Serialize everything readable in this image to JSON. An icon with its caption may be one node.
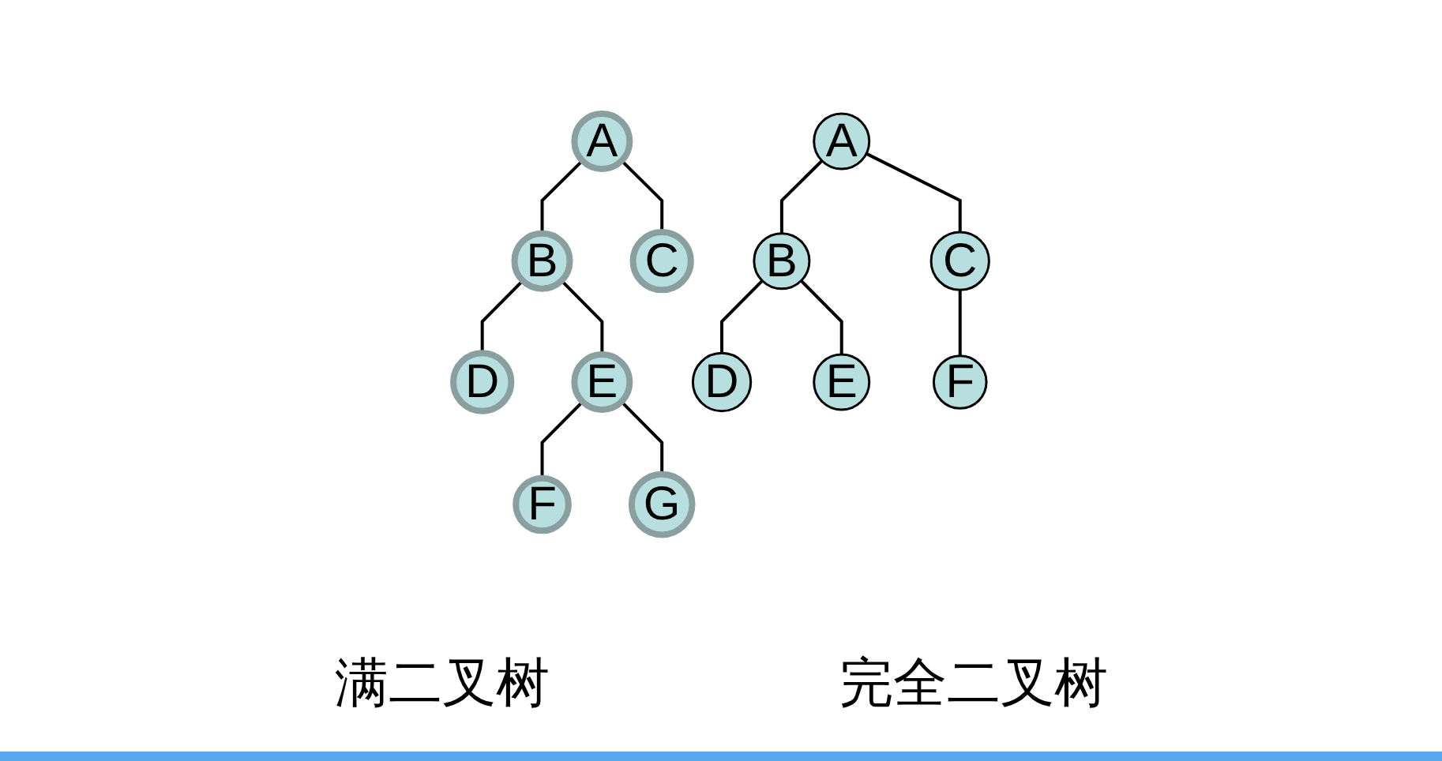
{
  "diagram": {
    "nodes": [
      {
        "text": [
          "A"
        ]
      },
      {
        "text": [
          "B"
        ]
      },
      {
        "text": [
          "C"
        ]
      },
      {
        "text": [
          "D"
        ]
      },
      {
        "text": [
          "E"
        ]
      },
      {
        "text": [
          "F"
        ]
      },
      {
        "text": [
          "G"
        ]
      },
      {
        "text": [
          "A"
        ]
      },
      {
        "text": [
          "B"
        ]
      },
      {
        "text": [
          "C"
        ]
      },
      {
        "text": [
          "D"
        ]
      },
      {
        "text": [
          "E"
        ]
      },
      {
        "text": [
          "F"
        ]
      }
    ],
    "edges": [
      {
        "from": 0,
        "to": 1,
        "arrow": "none"
      },
      {
        "from": 0,
        "to": 2,
        "arrow": "none"
      },
      {
        "from": 1,
        "to": 3,
        "arrow": "none"
      },
      {
        "from": 1,
        "to": 4,
        "arrow": "none"
      },
      {
        "from": 4,
        "to": 5,
        "arrow": "none"
      },
      {
        "from": 4,
        "to": 6,
        "arrow": "none"
      },
      {
        "from": 7,
        "to": 8,
        "arrow": "none"
      },
      {
        "from": 7,
        "to": 9,
        "arrow": "none"
      },
      {
        "from": 8,
        "to": 10,
        "arrow": "none"
      },
      {
        "from": 8,
        "to": 11,
        "arrow": "none"
      },
      {
        "from": 9,
        "to": 12,
        "arrow": "none"
      }
    ],
    "labels": [
      "满二叉树",
      "完全二叉树"
    ]
  }
}
